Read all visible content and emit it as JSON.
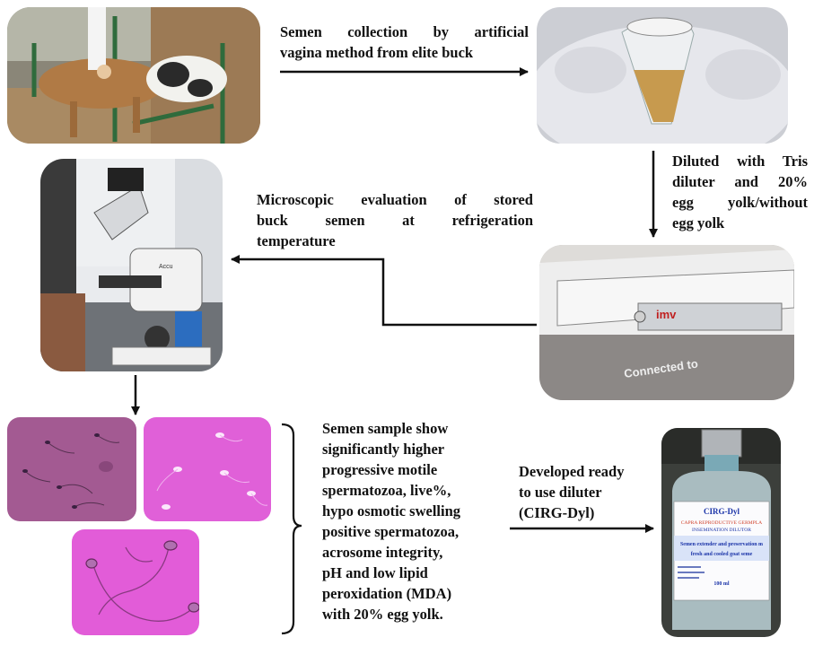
{
  "steps": {
    "collection": [
      "Semen collection by artificial",
      "vagina method from elite buck"
    ],
    "dilution": [
      "Diluted with Tris",
      "diluter and 20%",
      "egg yolk/without",
      "egg yolk"
    ],
    "microscopy": [
      "Microscopic evaluation of stored",
      "buck semen at refrigeration",
      "temperature"
    ],
    "results": [
      "Semen sample show",
      "significantly higher",
      "progressive motile",
      "spermatozoa, live%,",
      "hypo osmotic swelling",
      "positive spermatozoa,",
      "acrosome integrity,",
      "pH and low lipid",
      "peroxidation (MDA)",
      "with 20% egg yolk."
    ],
    "developed": [
      "Developed ready",
      "to use diluter",
      "(CIRG-Dyl)"
    ]
  },
  "photos": {
    "straw_machine_label": "imv",
    "straw_machine_text": "Connected to",
    "microscope_brand": "Accu"
  },
  "bottle": {
    "brand": "CIRG-Dyl",
    "line1": "CAPRA REPRODUCTIVE GERMPLA",
    "line2": "INSEMINATION DILUTOR",
    "line3": "Semen extender and preservation m",
    "line4": "fresh and cooled goat seme",
    "volume": "100 ml"
  },
  "colors": {
    "arrow": "#111111",
    "stain_light": "#e060d8",
    "stain_dark": "#a35a92",
    "bottle_label": "#1a33a8"
  }
}
